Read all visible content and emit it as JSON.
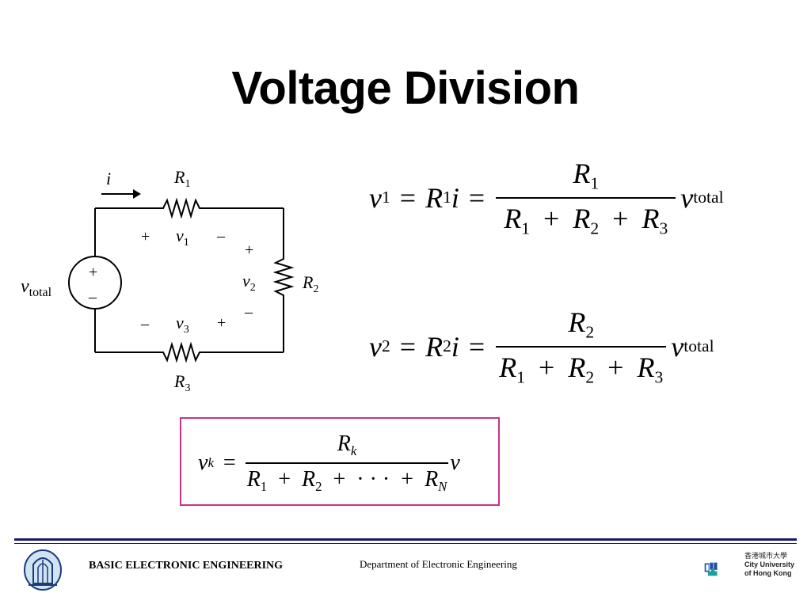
{
  "title": "Voltage Division",
  "circuit": {
    "current": "i",
    "r1": "R",
    "r1_sub": "1",
    "r2": "R",
    "r2_sub": "2",
    "r3": "R",
    "r3_sub": "3",
    "v1": "v",
    "v1_sub": "1",
    "v2": "v",
    "v2_sub": "2",
    "v3": "v",
    "v3_sub": "3",
    "vtotal": "v",
    "vtotal_sub": "total",
    "plus": "+",
    "minus": "–"
  },
  "eq1": {
    "lhs": "v",
    "lhs_sub": "1",
    "eq": "=",
    "r": "R",
    "r_sub": "1",
    "i": "i",
    "num": "R",
    "num_sub": "1",
    "d1": "R",
    "d1_sub": "1",
    "d2": "R",
    "d2_sub": "2",
    "d3": "R",
    "d3_sub": "3",
    "plus": "+",
    "v": "v",
    "v_sub": "total"
  },
  "eq2": {
    "lhs": "v",
    "lhs_sub": "2",
    "eq": "=",
    "r": "R",
    "r_sub": "2",
    "i": "i",
    "num": "R",
    "num_sub": "2",
    "d1": "R",
    "d1_sub": "1",
    "d2": "R",
    "d2_sub": "2",
    "d3": "R",
    "d3_sub": "3",
    "plus": "+",
    "v": "v",
    "v_sub": "total"
  },
  "eq3": {
    "lhs": "v",
    "lhs_sub": "k",
    "eq": "=",
    "num": "R",
    "num_sub": "k",
    "d1": "R",
    "d1_sub": "1",
    "d2": "R",
    "d2_sub": "2",
    "dots": "· · ·",
    "dN": "R",
    "dN_sub": "N",
    "plus": "+",
    "v": "v"
  },
  "footer": {
    "course": "BASIC ELECTRONIC ENGINEERING",
    "department": "Department of Electronic Engineering",
    "univ_cn": "香港城市大學",
    "univ_en1": "City University",
    "univ_en2": "of Hong Kong"
  },
  "colors": {
    "box_border": "#c6338a",
    "rule": "#1a1a6e",
    "logo_blue": "#1b4fa3",
    "logo_teal": "#1aa39a"
  }
}
